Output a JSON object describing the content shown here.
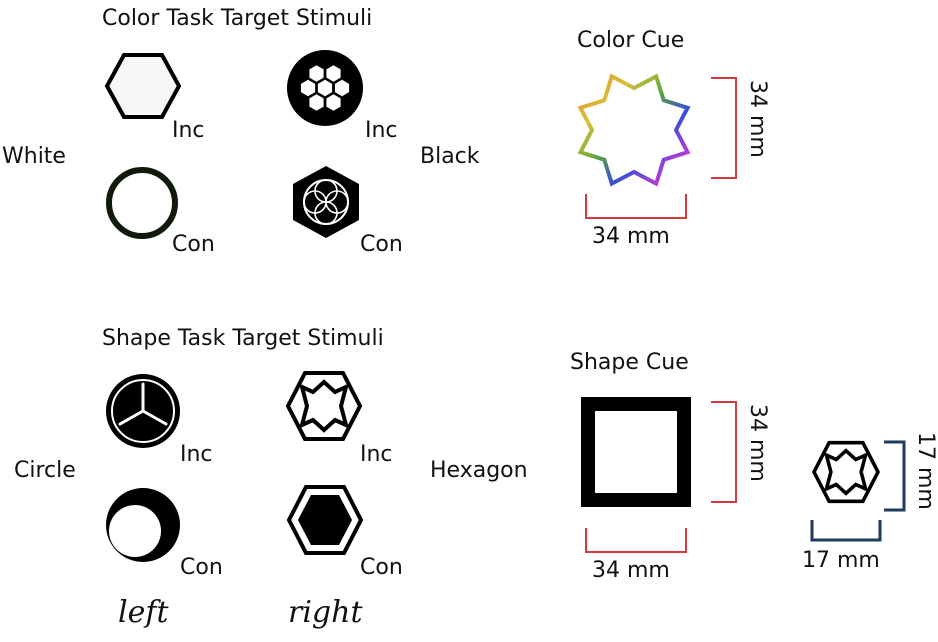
{
  "color_section": {
    "title": "Color Task Target Stimuli",
    "left_label": "White",
    "right_label": "Black",
    "stim_labels": {
      "tl": "Inc",
      "tr": "Inc",
      "bl": "Con",
      "br": "Con"
    }
  },
  "color_cue": {
    "title": "Color Cue",
    "height_label": "34 mm",
    "width_label": "34 mm"
  },
  "shape_section": {
    "title": "Shape Task Target Stimuli",
    "left_label": "Circle",
    "right_label": "Hexagon",
    "stim_labels": {
      "tl": "Inc",
      "tr": "Inc",
      "bl": "Con",
      "br": "Con"
    }
  },
  "shape_cue": {
    "title": "Shape Cue",
    "height_label": "34 mm",
    "width_label": "34 mm"
  },
  "small_stimulus": {
    "height_label": "17 mm",
    "width_label": "17 mm"
  },
  "sides": {
    "left": "left",
    "right": "right"
  },
  "colors": {
    "dim_red": "#d23a3a",
    "dim_navy": "#1b3a5c",
    "ink": "#000000"
  }
}
